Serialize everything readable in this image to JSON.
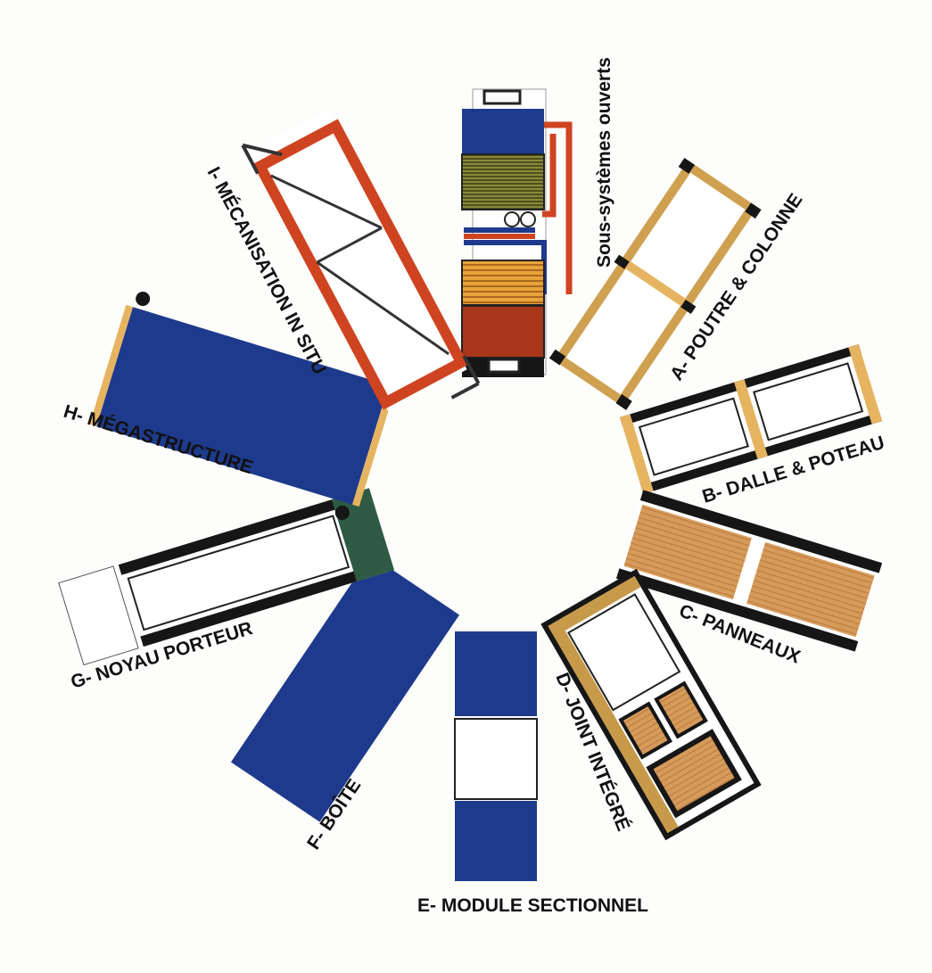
{
  "labels": {
    "center": "Sous-systèmes ouverts",
    "a": "A-  POUTRE & COLONNE",
    "b": "B-  DALLE & POTEAU",
    "c": "C-  PANNEAUX",
    "d": "D-  JOINT INTÉGRÉ",
    "e": "E-  MODULE SECTIONNEL",
    "f": "F-  BOÎTE",
    "g": "G-  NOYAU PORTEUR",
    "h": "H-  MÉGASTRUCTURE",
    "i": "I-  MÉCANISATION IN SITU"
  },
  "colors": {
    "blue": "#1e3a8c",
    "wood": "#e6b460",
    "panel": "#d69a5a",
    "red": "#cf4420",
    "green": "#2f5a44",
    "black": "#161616",
    "darkred": "#a8361a"
  }
}
